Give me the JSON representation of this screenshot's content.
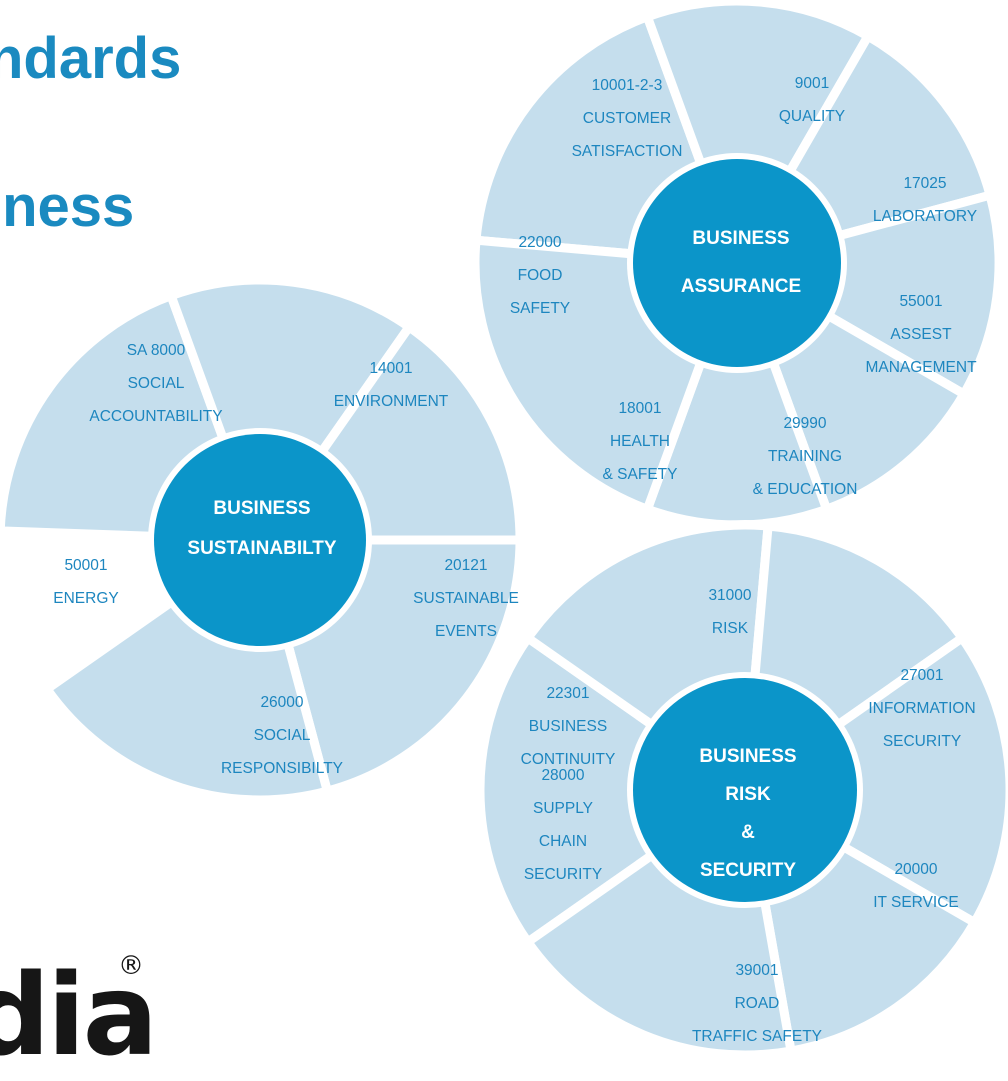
{
  "heading": {
    "line1": "ndards",
    "line2": "iness"
  },
  "logo": {
    "text": "dia",
    "mark": "®"
  },
  "colors": {
    "segment_fill": "#c5deed",
    "hub_fill": "#0b95c9",
    "segment_text": "#1d86bf",
    "hub_text": "#ffffff",
    "heading_text": "#1a8ac0",
    "gap": "#ffffff"
  },
  "wheels": [
    {
      "id": "business-assurance",
      "hub_lines": [
        "BUSINESS",
        "ASSURANCE"
      ],
      "segments": [
        {
          "id": "quality",
          "lines": [
            "9001",
            "QUALITY"
          ]
        },
        {
          "id": "laboratory",
          "lines": [
            "17025",
            "LABORATORY"
          ]
        },
        {
          "id": "asset-management",
          "lines": [
            "55001",
            "ASSEST",
            "MANAGEMENT"
          ]
        },
        {
          "id": "training-education",
          "lines": [
            "29990",
            "TRAINING",
            "& EDUCATION"
          ]
        },
        {
          "id": "health-safety",
          "lines": [
            "18001",
            "HEALTH",
            "& SAFETY"
          ]
        },
        {
          "id": "food-safety",
          "lines": [
            "22000",
            "FOOD",
            "SAFETY"
          ]
        },
        {
          "id": "customer-satisfaction",
          "lines": [
            "10001-2-3",
            "CUSTOMER",
            "SATISFACTION"
          ]
        }
      ]
    },
    {
      "id": "business-sustainability",
      "hub_lines": [
        "BUSINESS",
        "SUSTAINABILTY"
      ],
      "segments": [
        {
          "id": "environment",
          "lines": [
            "14001",
            "ENVIRONMENT"
          ]
        },
        {
          "id": "sustainable-events",
          "lines": [
            "20121",
            "SUSTAINABLE",
            "EVENTS"
          ]
        },
        {
          "id": "social-responsibility",
          "lines": [
            "26000",
            "SOCIAL",
            "RESPONSIBILTY"
          ]
        },
        {
          "id": "energy",
          "lines": [
            "50001",
            "ENERGY"
          ]
        },
        {
          "id": "social-accountability",
          "lines": [
            "SA 8000",
            "SOCIAL",
            "ACCOUNTABILITY"
          ]
        }
      ]
    },
    {
      "id": "business-risk-security",
      "hub_lines": [
        "BUSINESS",
        "RISK",
        "&",
        "SECURITY"
      ],
      "segments": [
        {
          "id": "risk",
          "lines": [
            "31000",
            "RISK"
          ]
        },
        {
          "id": "information-security",
          "lines": [
            "27001",
            "INFORMATION",
            "SECURITY"
          ]
        },
        {
          "id": "it-service",
          "lines": [
            "20000",
            "IT SERVICE"
          ]
        },
        {
          "id": "road-traffic-safety",
          "lines": [
            "39001",
            "ROAD",
            "TRAFFIC SAFETY"
          ]
        },
        {
          "id": "supply-chain-security",
          "lines": [
            "28000",
            "SUPPLY",
            "CHAIN",
            "SECURITY"
          ]
        },
        {
          "id": "business-continuity",
          "lines": [
            "22301",
            "BUSINESS",
            "CONTINUITY"
          ]
        }
      ]
    }
  ]
}
